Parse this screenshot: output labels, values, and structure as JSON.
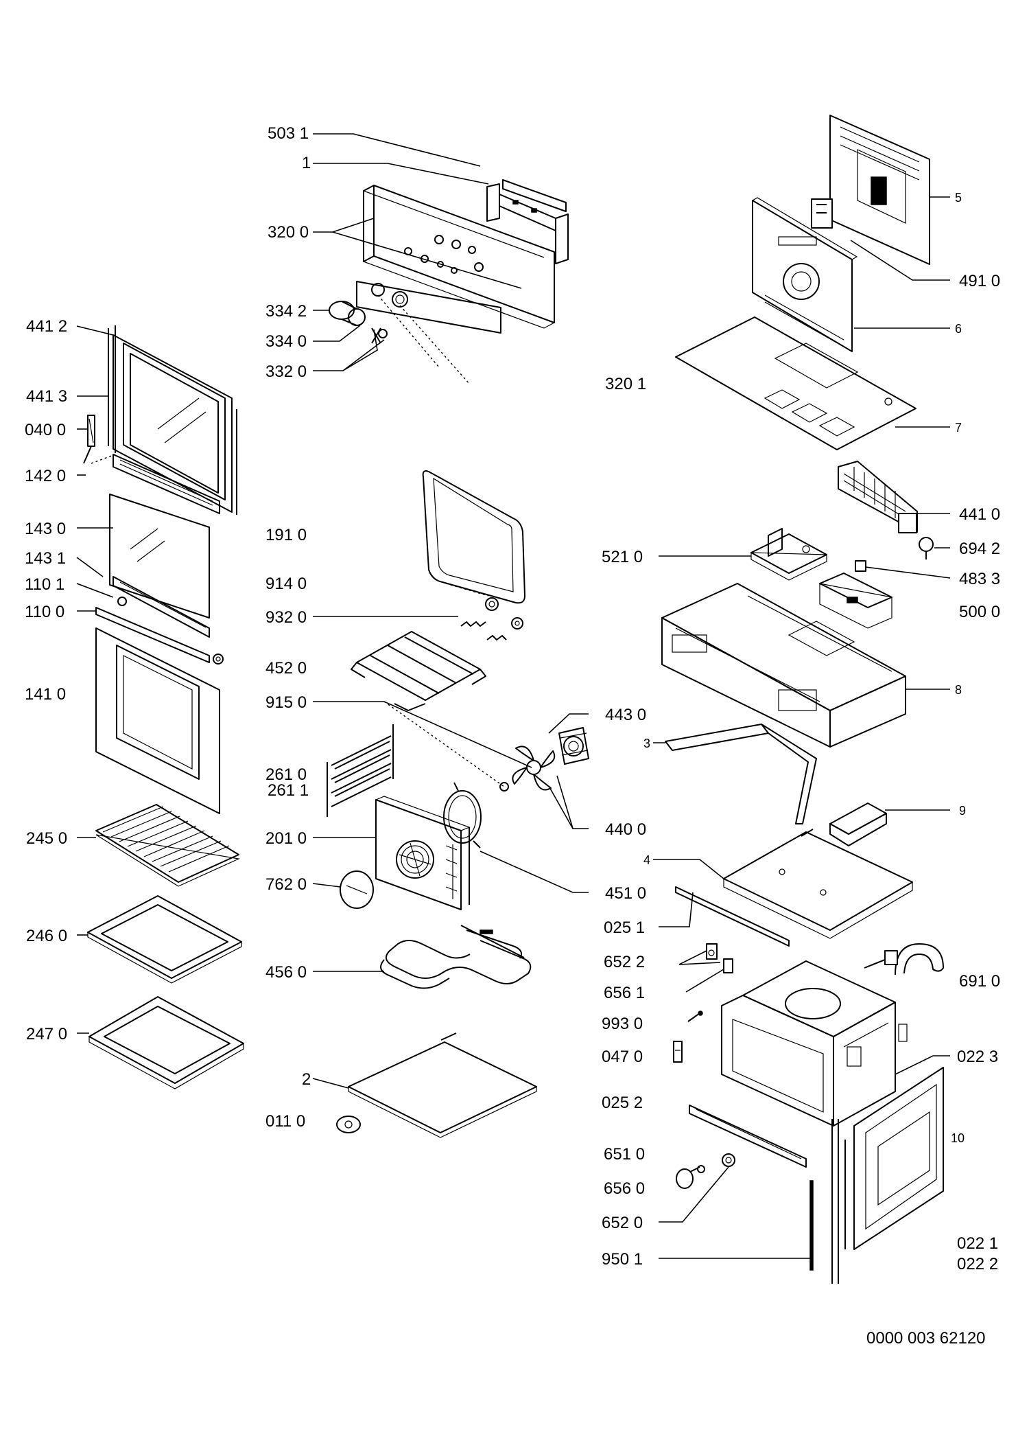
{
  "labels": {
    "l5031": "503 1",
    "l1": "1",
    "l3200": "320 0",
    "l3342": "334 2",
    "l3340": "334 0",
    "l3320": "332 0",
    "l4412": "441 2",
    "l4413": "441 3",
    "l0400": "040 0",
    "l1420": "142 0",
    "l1430": "143 0",
    "l1431": "143 1",
    "l1101": "110 1",
    "l1100": "110 0",
    "l1410": "141 0",
    "l2450": "245 0",
    "l2460": "246 0",
    "l2470": "247 0",
    "l1910": "191 0",
    "l9140": "914 0",
    "l9320": "932 0",
    "l4520": "452 0",
    "l9150": "915 0",
    "l2610": "261 0",
    "l2611": "261 1",
    "l2010": "201 0",
    "l7620": "762 0",
    "l4560": "456 0",
    "l2": "2",
    "l0110": "011 0",
    "l4430": "443 0",
    "l4400": "440 0",
    "l4510": "451 0",
    "l5": "5",
    "l4910": "491 0",
    "l6": "6",
    "l3201": "320 1",
    "l7": "7",
    "l4410": "441 0",
    "l6942": "694 2",
    "l5210": "521 0",
    "l4833": "483 3",
    "l5000": "500 0",
    "l8": "8",
    "l3": "3",
    "l9": "9",
    "l4": "4",
    "l0251": "025 1",
    "l6522": "652 2",
    "l6561": "656 1",
    "l9930": "993 0",
    "l0470": "047 0",
    "l6910": "691 0",
    "l0223": "022 3",
    "l0252": "025 2",
    "l10": "10",
    "l6510": "651 0",
    "l6560": "656 0",
    "l6520": "652 0",
    "l9501": "950 1",
    "l0221": "022 1",
    "l0222": "022 2",
    "docnum": "0000 003 62120"
  }
}
